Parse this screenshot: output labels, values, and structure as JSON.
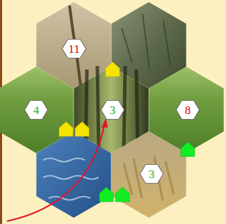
{
  "diagram": {
    "nodes": [
      {
        "text": [
          "11"
        ]
      },
      {
        "text": [
          "4"
        ]
      },
      {
        "text": [
          "3"
        ]
      },
      {
        "text": [
          "8"
        ]
      },
      {
        "text": [
          "3"
        ]
      }
    ]
  }
}
